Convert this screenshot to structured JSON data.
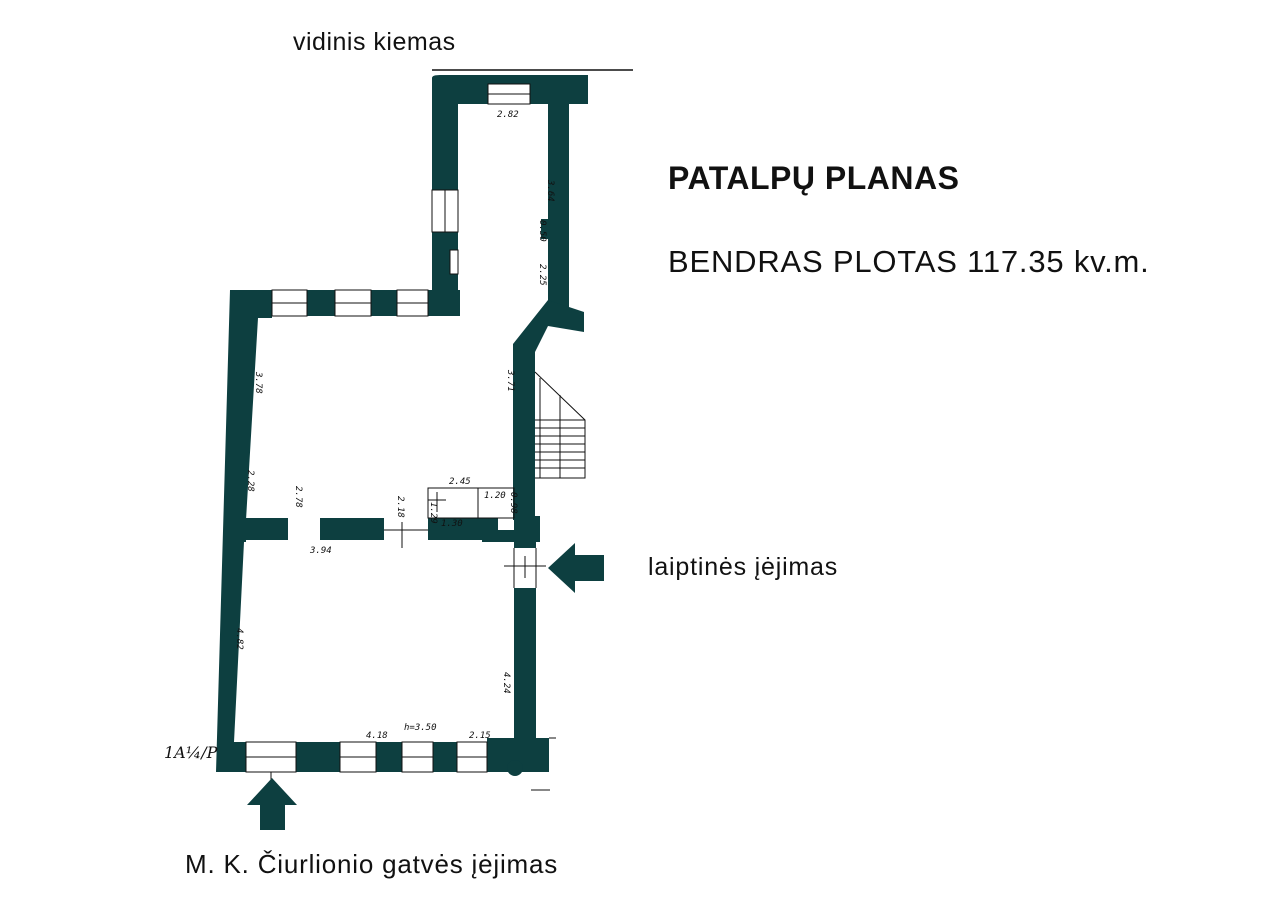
{
  "labels": {
    "courtyard": "vidinis kiemas",
    "title": "PATALPŲ PLANAS",
    "area": "BENDRAS PLOTAS 117.35 kv.m.",
    "stair_entrance": "laiptinės įėjimas",
    "street_entrance": "M. K. Čiurlionio gatvės įėjimas",
    "plan_mark": "1A¼/P"
  },
  "dimensions": {
    "d1": "2.82",
    "d2": "3.64",
    "d3": "0.50",
    "d4": "2.25",
    "d5": "3.78",
    "d6": "3.71",
    "d7": "2.28",
    "d8": "2.78",
    "d9": "2.18",
    "d10": "2.45",
    "d11": "1.29",
    "d12": "1.30",
    "d13": "1.20",
    "d14": "0.98",
    "d15": "3.94",
    "d16": "4.82",
    "d17": "4.24",
    "d18": "4.18",
    "d19": "h=3.50",
    "d20": "2.15"
  },
  "colors": {
    "wall": "#0d3f40",
    "arrow": "#0d3f40",
    "text": "#111111"
  }
}
